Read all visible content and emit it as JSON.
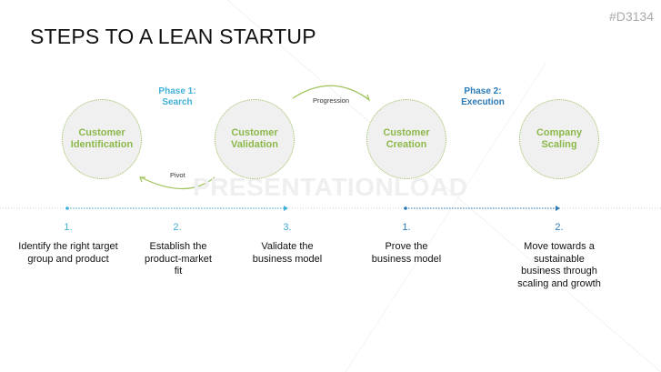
{
  "title": "STEPS TO A LEAN STARTUP",
  "code": "#D3134",
  "watermark": "PRESENTATIONLOAD",
  "phases": [
    {
      "label": "Phase 1:\nSearch",
      "color": "#3fb0d8"
    },
    {
      "label": "Phase 2:\nExecution",
      "color": "#2a7ab8"
    }
  ],
  "circles": [
    {
      "line1": "Customer",
      "line2": "Identification"
    },
    {
      "line1": "Customer",
      "line2": "Validation"
    },
    {
      "line1": "Customer",
      "line2": "Creation"
    },
    {
      "line1": "Company",
      "line2": "Scaling"
    }
  ],
  "arrows": {
    "pivot": "Pivot",
    "progression": "Progression"
  },
  "steps": [
    {
      "num": "1.",
      "text": "Identify the right target group and product"
    },
    {
      "num": "2.",
      "text": "Establish the product-market fit"
    },
    {
      "num": "3.",
      "text": "Validate the business model"
    },
    {
      "num": "1.",
      "text": "Prove the business model"
    },
    {
      "num": "2.",
      "text": "Move towards a sustainable business through scaling and growth"
    }
  ],
  "colors": {
    "green": "#8db84a",
    "phase1": "#3fb0d8",
    "phase2": "#2a7ab8"
  }
}
